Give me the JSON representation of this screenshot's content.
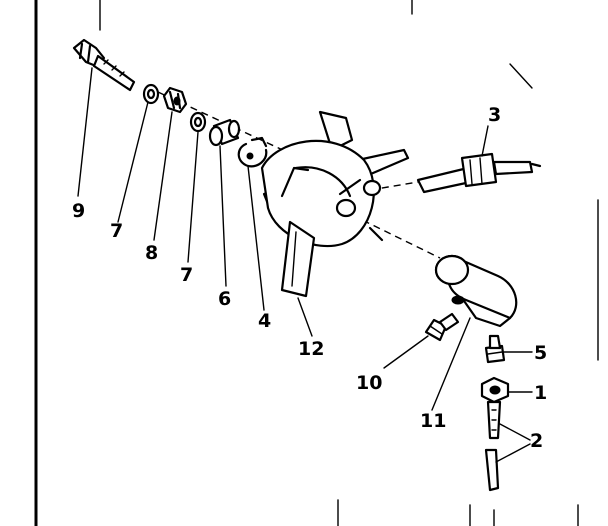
{
  "callouts": {
    "c1": "1",
    "c2": "2",
    "c3": "3",
    "c4": "4",
    "c5": "5",
    "c6": "6",
    "c7a": "7",
    "c7b": "7",
    "c8": "8",
    "c9": "9",
    "c10": "10",
    "c11": "11",
    "c12": "12"
  },
  "colors": {
    "ink": "#000000",
    "paper": "#ffffff"
  }
}
